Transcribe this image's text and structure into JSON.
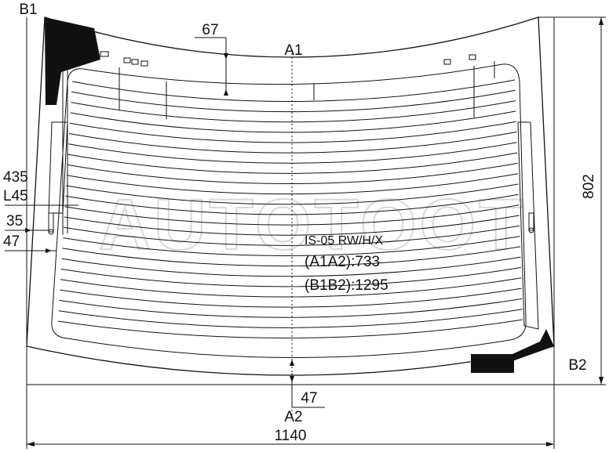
{
  "points": {
    "a1": "A1",
    "a2": "A2",
    "b1": "B1",
    "b2": "B2"
  },
  "dimensions": {
    "top_offset": "67",
    "height": "802",
    "left_a": "435",
    "left_b": "L45",
    "left_c": "35",
    "left_d": "47",
    "bottom_offset": "47",
    "width": "1140"
  },
  "spec": {
    "code": "IS-05 RW/H/X",
    "a1a2": "(A1A2):733",
    "b1b2": "(B1B2):1295"
  },
  "watermark": "AUTOTOOT",
  "colors": {
    "line": "#111111",
    "fill_black": "#111111",
    "watermark": "#d9d9d9"
  }
}
